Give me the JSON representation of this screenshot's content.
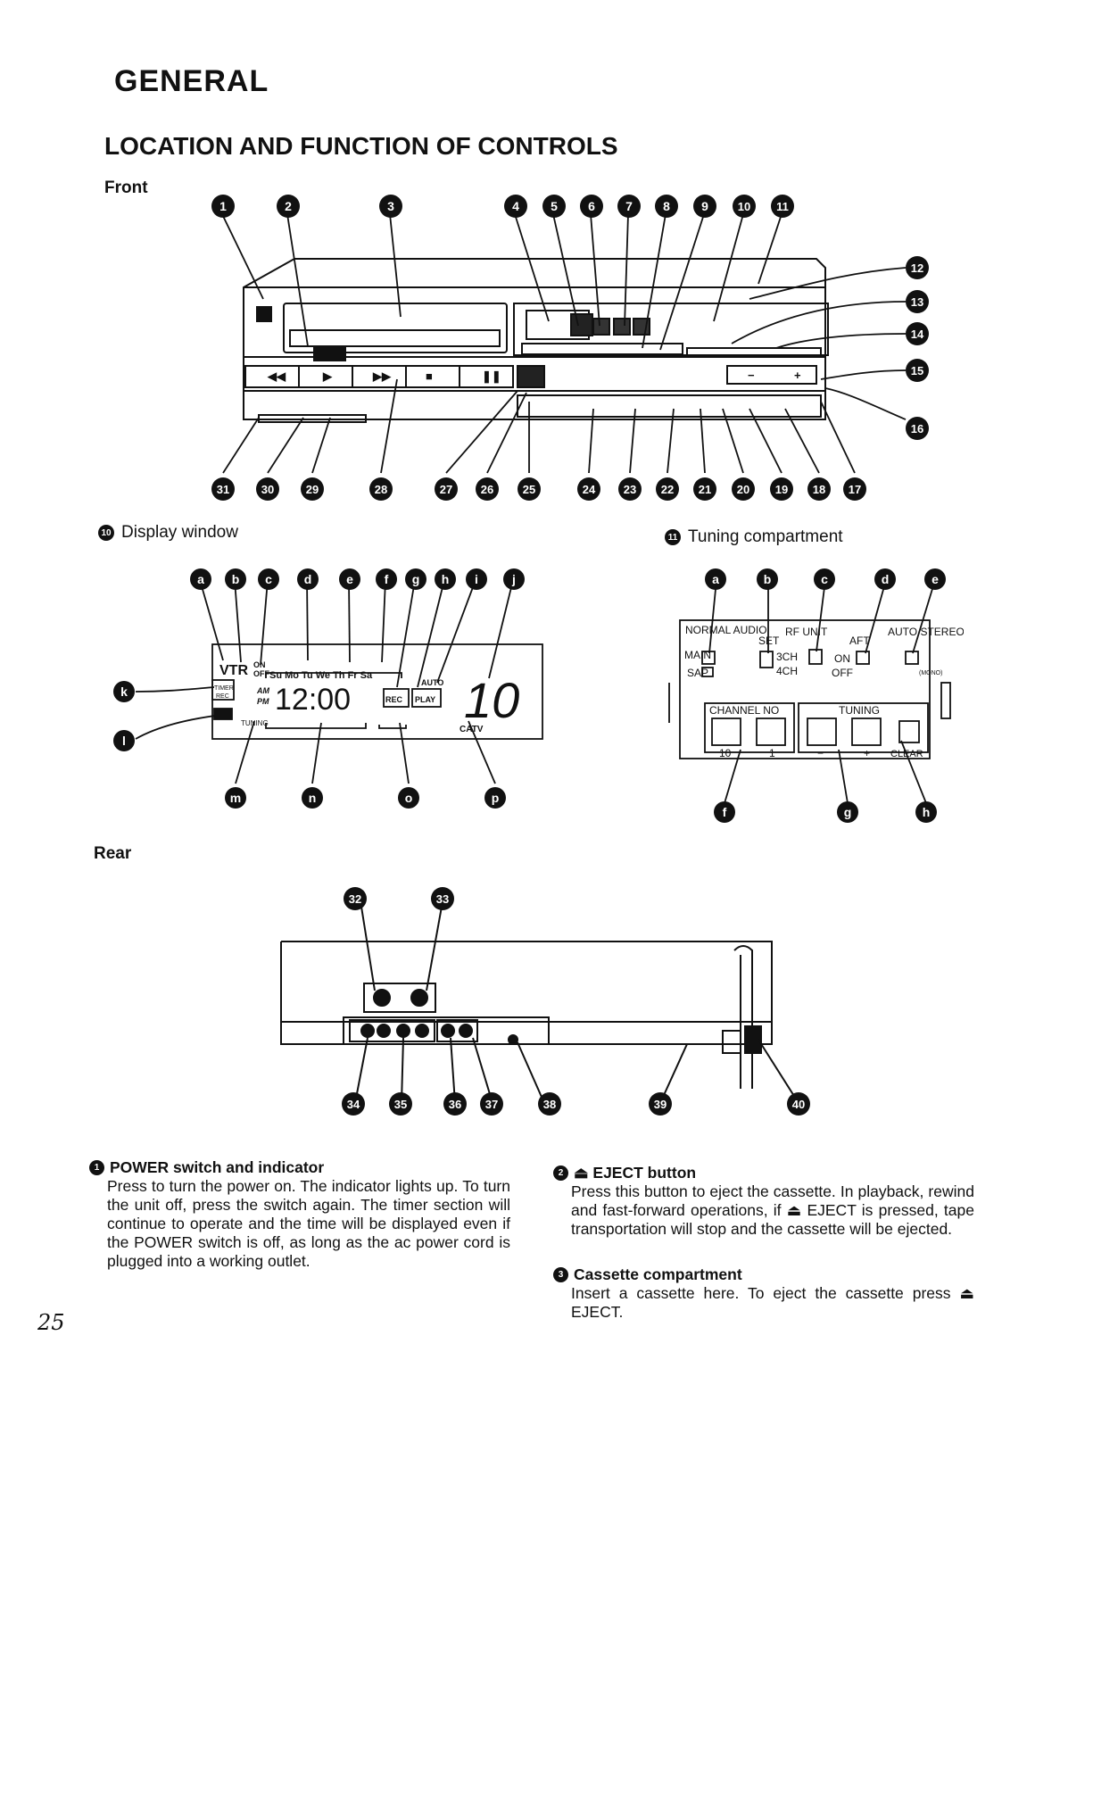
{
  "page": {
    "heading": "GENERAL",
    "subheading": "LOCATION AND FUNCTION OF CONTROLS",
    "page_number": "25"
  },
  "sections": {
    "front": "Front",
    "rear": "Rear",
    "display_caption": {
      "num": "10",
      "text": "Display window"
    },
    "tuning_caption": {
      "num": "11",
      "text": "Tuning compartment"
    }
  },
  "front_callouts_top": [
    "1",
    "2",
    "3",
    "4",
    "5",
    "6",
    "7",
    "8",
    "9",
    "10",
    "11"
  ],
  "front_callouts_right": [
    "12",
    "13",
    "14",
    "15",
    "16"
  ],
  "front_callouts_bottom": [
    "31",
    "30",
    "29",
    "28",
    "27",
    "26",
    "25",
    "24",
    "23",
    "22",
    "21",
    "20",
    "19",
    "18",
    "17"
  ],
  "display_window": {
    "letters_top": [
      "a",
      "b",
      "c",
      "d",
      "e",
      "f",
      "g",
      "h",
      "i",
      "j"
    ],
    "letters_left": [
      "k",
      "l"
    ],
    "letters_bottom": [
      "m",
      "n",
      "o",
      "p"
    ],
    "vtr": "VTR",
    "on": "ON",
    "off": "OFF",
    "days": "Su Mo Tu We Th Fr Sa",
    "timer": "TIMER",
    "rec_tag": "REC",
    "am": "AM",
    "pm": "PM",
    "time": "12:00",
    "rec": "REC",
    "play": "PLAY",
    "auto": "AUTO",
    "channel": "10",
    "tuning": "TUNING",
    "catv": "CATV"
  },
  "tuning_compartment": {
    "letters_top": [
      "a",
      "b",
      "c",
      "d",
      "e"
    ],
    "letters_bottom": [
      "f",
      "g",
      "h"
    ],
    "normal_audio": "NORMAL AUDIO",
    "main": "MAIN",
    "sap": "SAP",
    "set": "SET",
    "rf_unit": "RF UNIT",
    "ch3": "3CH",
    "ch4": "4CH",
    "aft": "AFT",
    "on": "ON",
    "off": "OFF",
    "auto_stereo": "AUTO STEREO",
    "mono": "(MONO)",
    "channel_no": "CHANNEL NO",
    "tuning": "TUNING",
    "ten": "10",
    "one": "1",
    "minus": "−",
    "plus": "+",
    "clear": "CLEAR"
  },
  "rear_callouts": [
    "32",
    "33",
    "34",
    "35",
    "36",
    "37",
    "38",
    "39",
    "40"
  ],
  "descriptions": [
    {
      "num": "1",
      "title": "POWER switch and indicator",
      "body": "Press to turn the power on. The indicator lights up. To turn the unit off, press the switch again. The timer section will continue to operate and the time will be displayed even if the POWER switch is off, as long as the ac power cord is plugged into a working outlet."
    },
    {
      "num": "2",
      "title": "⏏ EJECT button",
      "body": "Press this button to eject the cassette. In playback, rewind and fast-forward operations, if ⏏ EJECT is pressed, tape transportation will stop and the cassette will be ejected."
    },
    {
      "num": "3",
      "title": "Cassette compartment",
      "body": "Insert a cassette here. To eject the cassette press ⏏ EJECT."
    }
  ]
}
